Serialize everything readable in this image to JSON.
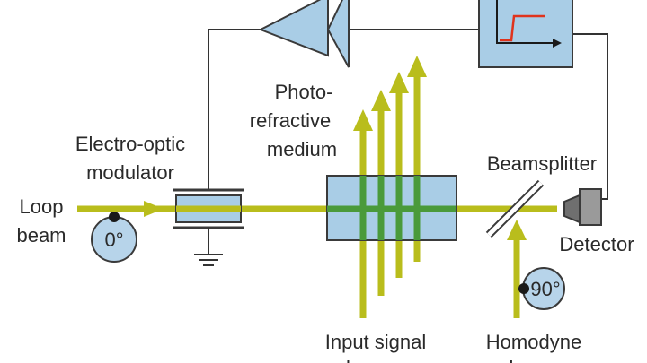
{
  "diagram": {
    "labels": {
      "photo_line1": "Photo-",
      "photo_line2": "refractive",
      "photo_line3": "medium",
      "eom_line1": "Electro-optic",
      "eom_line2": "modulator",
      "loop_line1": "Loop",
      "loop_line2": "beam",
      "beamsplitter": "Beamsplitter",
      "detector": "Detector",
      "input_line1": "Input signal",
      "input_line2": "beams",
      "homodyne_line1": "Homodyne",
      "homodyne_line2": "beam",
      "phase_loop": "0°",
      "phase_homodyne": "90°"
    },
    "colors": {
      "beam": "#b9bd1c",
      "component_fill": "#a9cde6",
      "component_stroke": "#3a3a3a",
      "dial_fill": "#b7d4ea",
      "grating": "#4a9a3a",
      "detector_fill": "#9a9a9a",
      "signal_trace": "#e0331c",
      "wire": "#333333"
    }
  }
}
